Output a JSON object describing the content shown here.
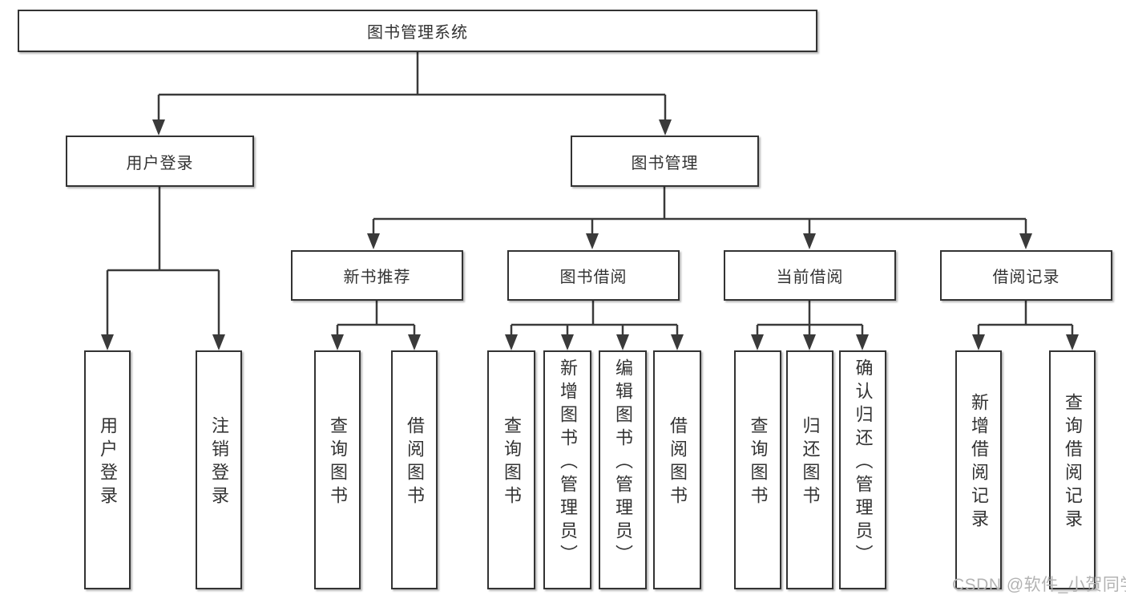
{
  "tree": {
    "label": "图书管理系统",
    "children": [
      {
        "label": "用户登录",
        "children": [
          {
            "label": "用户登录"
          },
          {
            "label": "注销登录"
          }
        ]
      },
      {
        "label": "图书管理",
        "children": [
          {
            "label": "新书推荐",
            "children": [
              {
                "label": "查询图书"
              },
              {
                "label": "借阅图书"
              }
            ]
          },
          {
            "label": "图书借阅",
            "children": [
              {
                "label": "查询图书"
              },
              {
                "label": "新增图书（管理员）"
              },
              {
                "label": "编辑图书（管理员）"
              },
              {
                "label": "借阅图书"
              }
            ]
          },
          {
            "label": "当前借阅",
            "children": [
              {
                "label": "查询图书"
              },
              {
                "label": "归还图书"
              },
              {
                "label": "确认归还（管理员）"
              }
            ]
          },
          {
            "label": "借阅记录",
            "children": [
              {
                "label": "新增借阅记录"
              },
              {
                "label": "查询借阅记录"
              }
            ]
          }
        ]
      }
    ]
  },
  "watermark": "CSDN @软件_小贺同学",
  "colors": {
    "line": "#3a3a3a",
    "box_border": "#333333",
    "text": "#333333",
    "watermark": "#b3b3b3",
    "background": "#ffffff"
  }
}
